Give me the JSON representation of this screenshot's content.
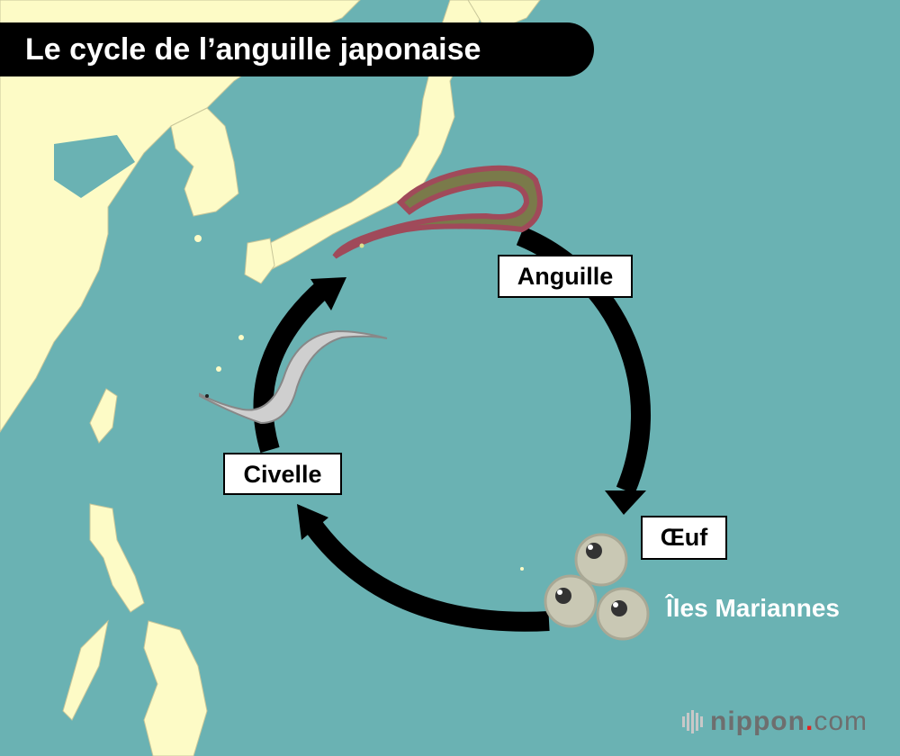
{
  "title": "Le cycle de l’anguille japonaise",
  "stages": {
    "adult": "Anguille",
    "egg": "Œuf",
    "glass_eel": "Civelle"
  },
  "location": "Îles Mariannes",
  "logo": {
    "name": "nippon",
    "dot": ".",
    "tld": "com"
  },
  "colors": {
    "sea": "#6ab2b3",
    "land": "#fdfbc6",
    "arrow": "#000000",
    "logo_dot": "#e8201c"
  }
}
